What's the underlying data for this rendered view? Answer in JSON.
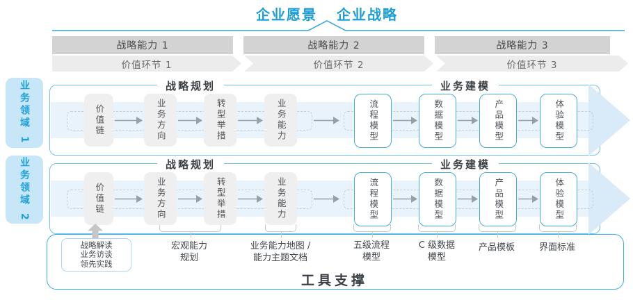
{
  "header": {
    "vision": "企业愿景",
    "strategy": "企业战略"
  },
  "capabilities": [
    "战略能力 1",
    "战略能力 2",
    "战略能力 3"
  ],
  "value_links": [
    "价值环节 1",
    "价值环节 2",
    "价值环节 3"
  ],
  "domains": [
    "业务领域 1",
    "业务领域 2"
  ],
  "sections": {
    "planning": "战略规划",
    "modeling": "业务建模"
  },
  "flow": {
    "gray": [
      "价值链",
      "业务方向",
      "转型举措",
      "业务能力"
    ],
    "blue": [
      "流程模型",
      "数据模型",
      "产品模型",
      "体验模型"
    ]
  },
  "annotations": {
    "interpret": "战略解读\n业务访谈\n领先实践",
    "macro": "宏观能力\n规划",
    "capability_map": "业务能力地图 /\n能力主题文档",
    "process_model": "五级流程\n模型",
    "data_model": "C 级数据\n模型",
    "product_template": "产品模板",
    "ui_standard": "界面标准"
  },
  "footer": {
    "label": "工具支撑"
  },
  "colors": {
    "accent_blue": "#1B9ED8",
    "line_blue": "#2BA5DE",
    "tab_bg": "#C7E7F8",
    "bar_gray": "#D3D3D3",
    "chevron_gray": "#ECECEC",
    "panel_border": "#6FC2EA",
    "band_fill": "#E8F3FB",
    "band_arrow": "#D9EBF8",
    "gray_box": "#EFEFEF",
    "blue_box_border": "#45AADC",
    "arrow_gray": "#98A0A6",
    "bracket_gray": "#C9C9C9",
    "toolbox_border": "#35ACE2"
  }
}
